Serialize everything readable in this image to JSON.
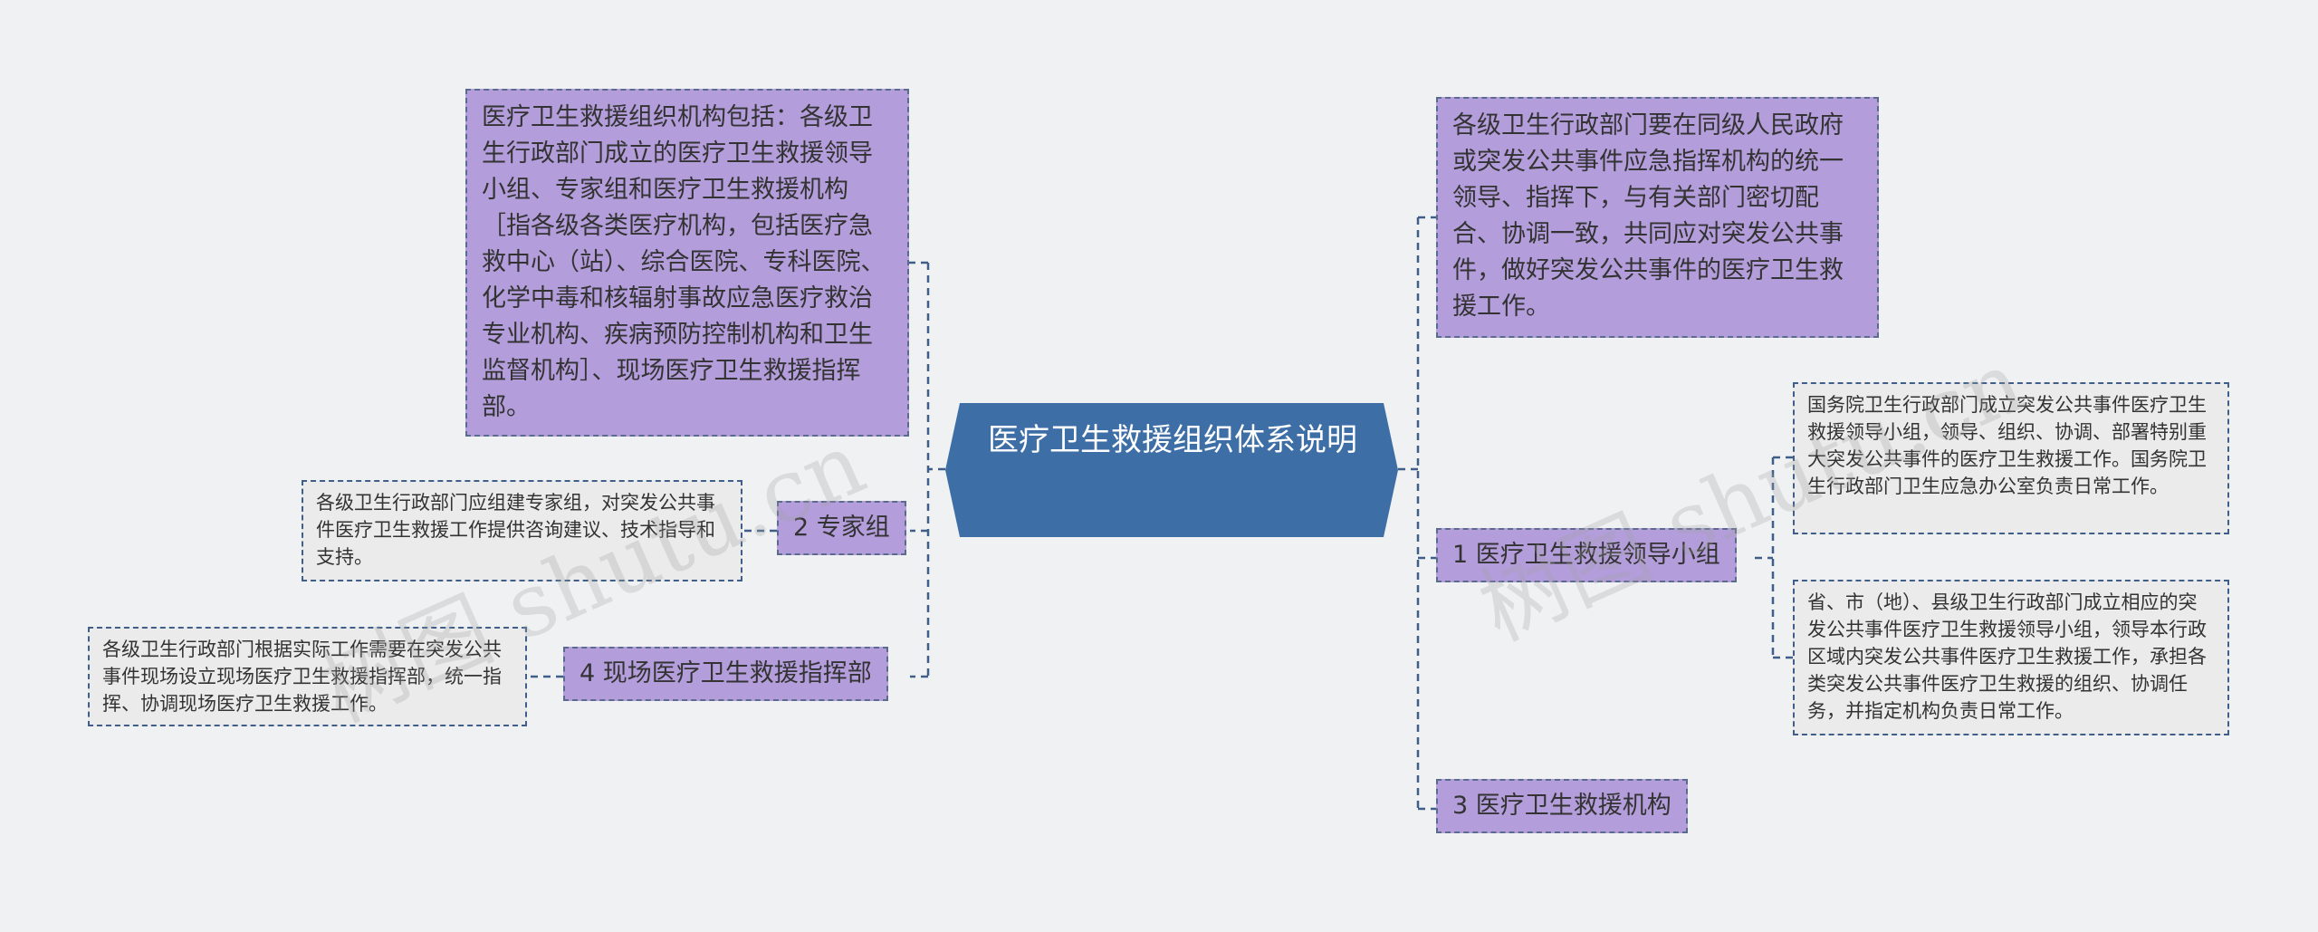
{
  "center": {
    "title": "医疗卫生救援组织体系说明"
  },
  "left": {
    "intro": "医疗卫生救援组织机构包括：各级卫生行政部门成立的医疗卫生救援领导小组、专家组和医疗卫生救援机构［指各级各类医疗机构，包括医疗急救中心（站）、综合医院、专科医院、化学中毒和核辐射事故应急医疗救治专业机构、疾病预防控制机构和卫生监督机构］、现场医疗卫生救援指挥部。",
    "expert_group": {
      "label": "2 专家组",
      "detail": "各级卫生行政部门应组建专家组，对突发公共事件医疗卫生救援工作提供咨询建议、技术指导和支持。"
    },
    "field_command": {
      "label": "4 现场医疗卫生救援指挥部",
      "detail": "各级卫生行政部门根据实际工作需要在突发公共事件现场设立现场医疗卫生救援指挥部，统一指挥、协调现场医疗卫生救援工作。"
    }
  },
  "right": {
    "intro": "各级卫生行政部门要在同级人民政府或突发公共事件应急指挥机构的统一领导、指挥下，与有关部门密切配合、协调一致，共同应对突发公共事件，做好突发公共事件的医疗卫生救援工作。",
    "leading_group": {
      "label": "1 医疗卫生救援领导小组",
      "detail_national": "国务院卫生行政部门成立突发公共事件医疗卫生救援领导小组，领导、组织、协调、部署特别重大突发公共事件的医疗卫生救援工作。国务院卫生行政部门卫生应急办公室负责日常工作。",
      "detail_local": "省、市（地）、县级卫生行政部门成立相应的突发公共事件医疗卫生救援领导小组，领导本行政区域内突发公共事件医疗卫生救援工作，承担各类突发公共事件医疗卫生救援的组织、协调任务，并指定机构负责日常工作。"
    },
    "rescue_agency": {
      "label": "3 医疗卫生救援机构"
    }
  },
  "watermark": [
    "树图 shutu.cn",
    "树图 shutu.cn"
  ],
  "colors": {
    "background": "#f0f1f3",
    "center_fill": "#3d6ea6",
    "purple_fill": "#b39ddb",
    "gray_fill": "#ebebeb",
    "connector": "#3f5f8a"
  }
}
